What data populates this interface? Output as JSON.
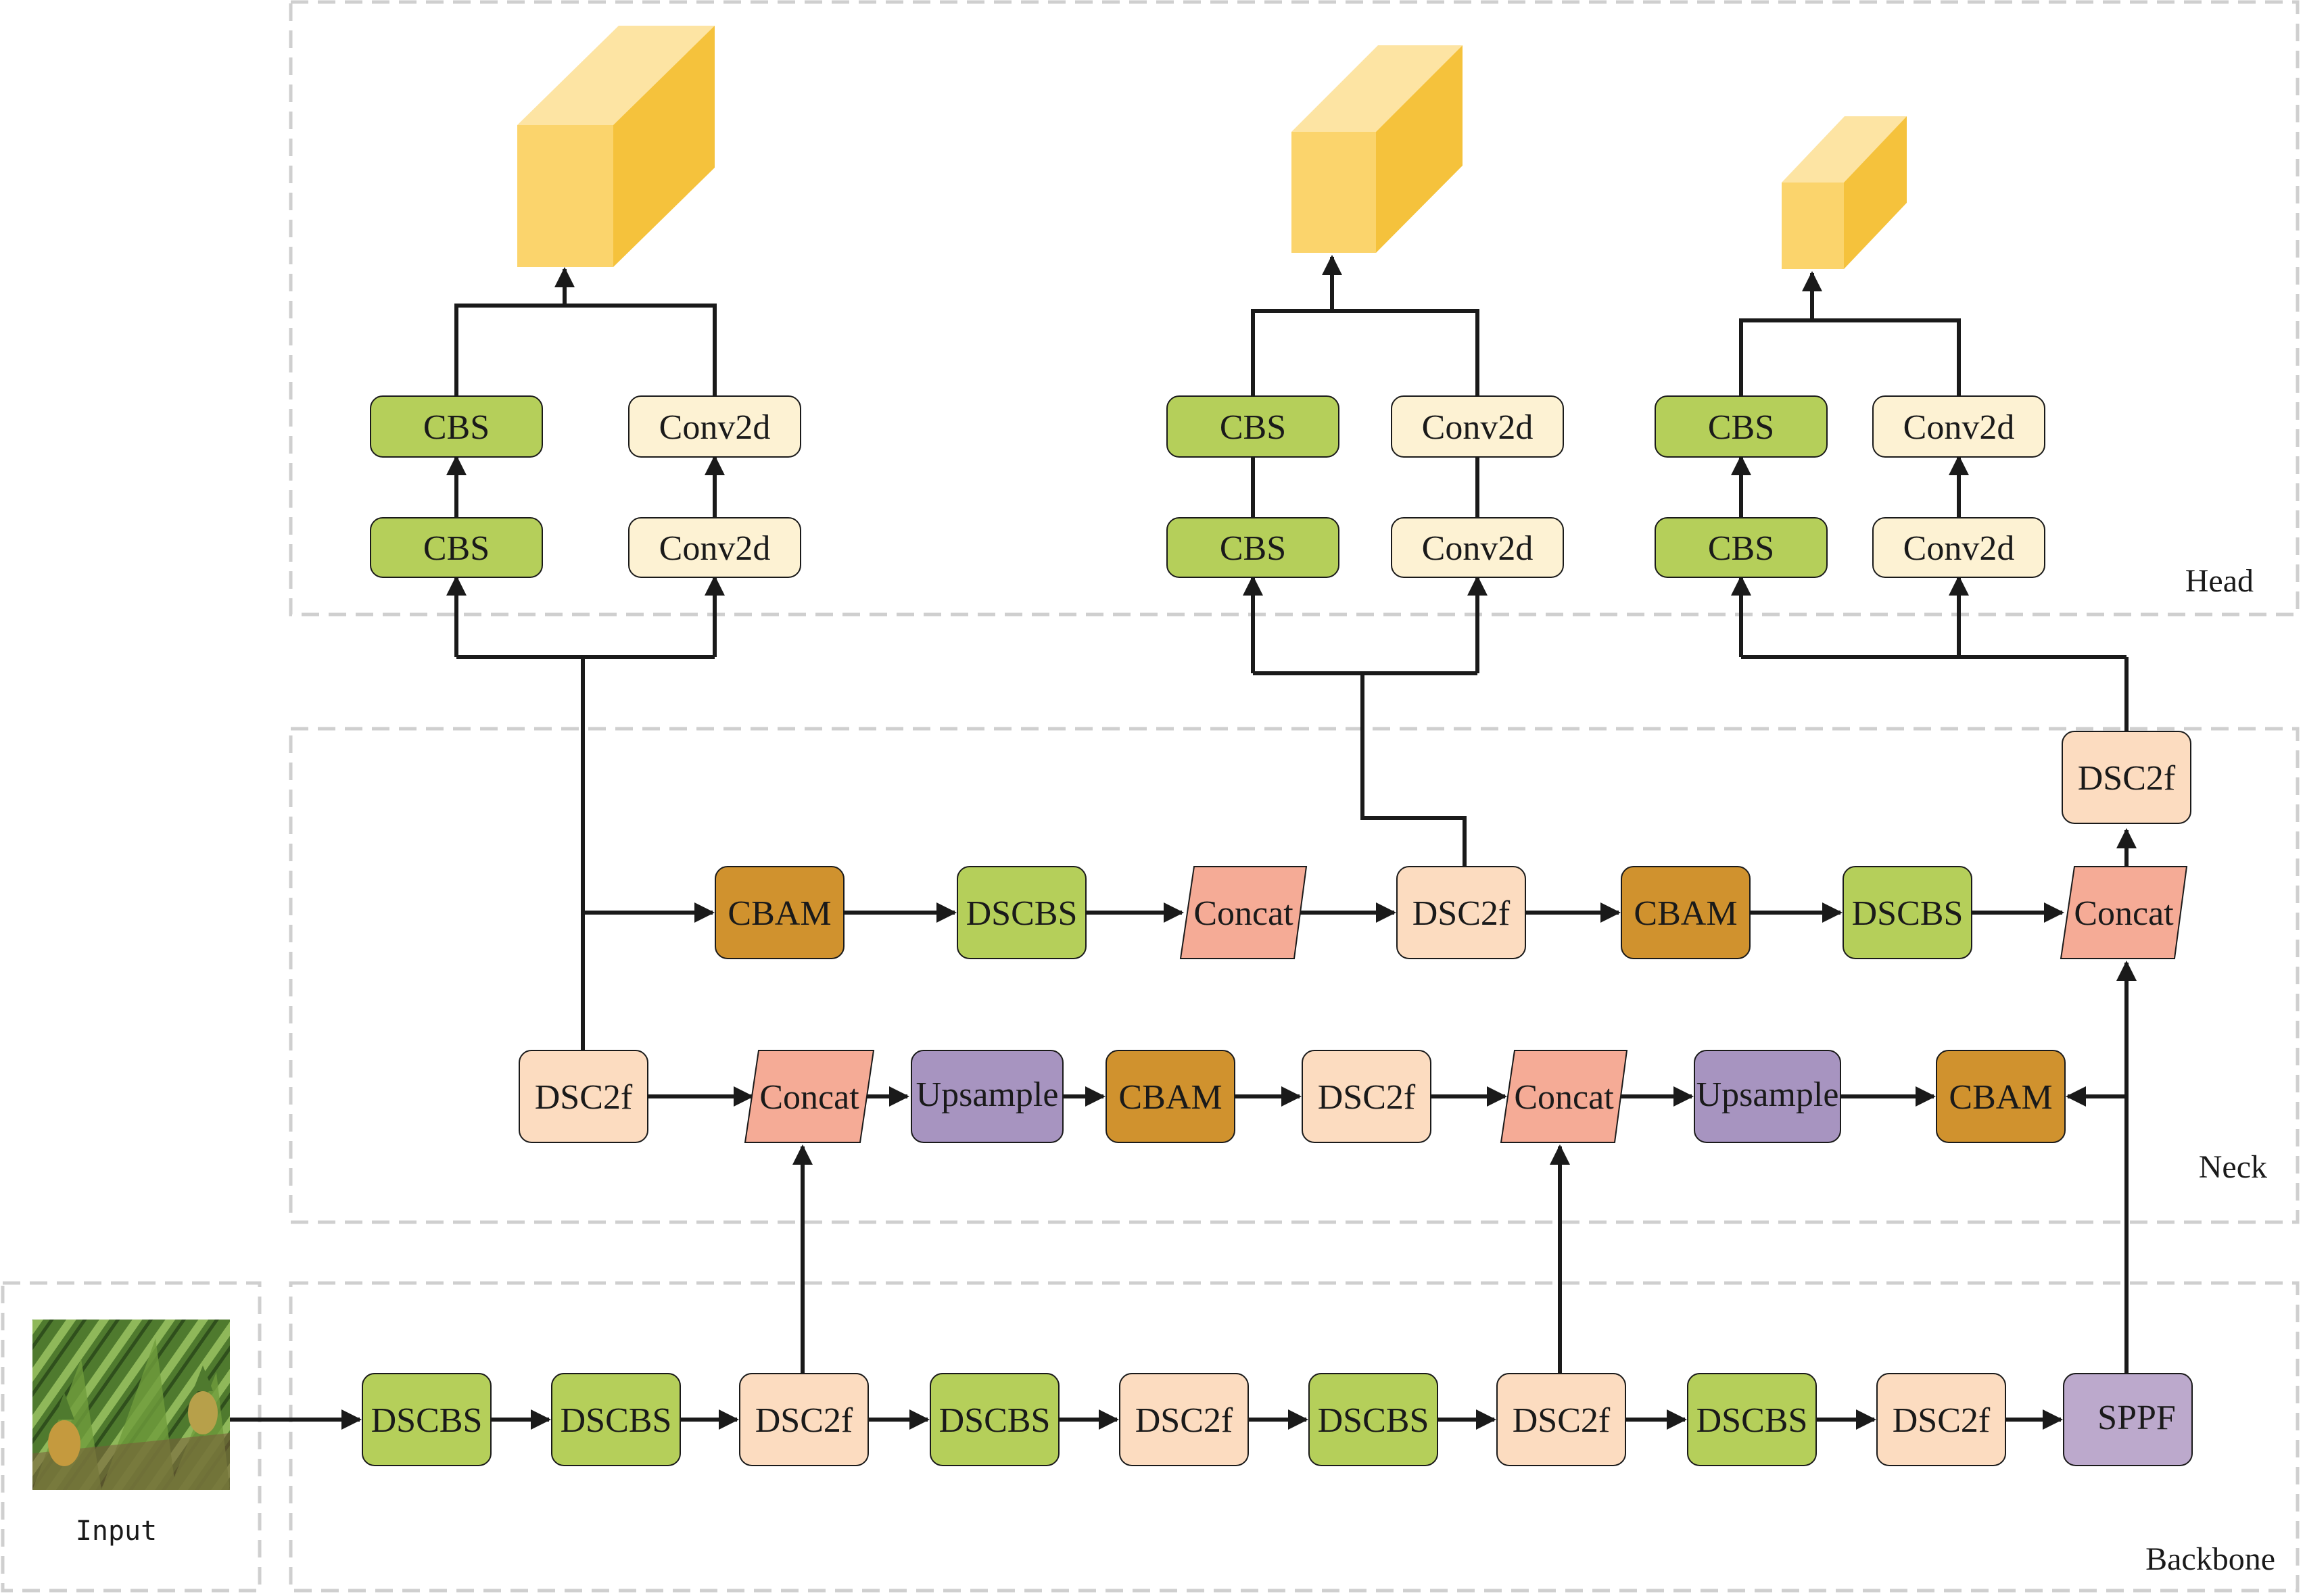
{
  "sections": {
    "head": "Head",
    "neck": "Neck",
    "backbone": "Backbone",
    "input": "Input"
  },
  "colors": {
    "cbs": "#b5cf5a",
    "dscbs": "#b5cf5a",
    "conv2d": "#fdf2d3",
    "dsc2f": "#fcdcc0",
    "concat": "#f5ab96",
    "cbam": "#d0922e",
    "upsample": "#a794c0",
    "sppf": "#bca9cc",
    "cube_front": "#fbd46c",
    "cube_top": "#fde4a3",
    "cube_side": "#f5c23c",
    "wire": "#1a1a1a",
    "region_border": "#cfcfcf"
  },
  "backbone": [
    "DSCBS",
    "DSCBS",
    "DSC2f",
    "DSCBS",
    "DSC2f",
    "DSCBS",
    "DSC2f",
    "DSCBS",
    "DSC2f",
    "SPPF"
  ],
  "neck_lower": [
    "DSC2f",
    "Concat",
    "Upsample",
    "CBAM",
    "DSC2f",
    "Concat",
    "Upsample",
    "CBAM"
  ],
  "neck_upper": [
    "CBAM",
    "DSCBS",
    "Concat",
    "DSC2f",
    "CBAM",
    "DSCBS",
    "Concat"
  ],
  "neck_top": "DSC2f",
  "heads": [
    {
      "cbs": [
        "CBS",
        "CBS"
      ],
      "conv": [
        "Conv2d",
        "Conv2d"
      ]
    },
    {
      "cbs": [
        "CBS",
        "CBS"
      ],
      "conv": [
        "Conv2d",
        "Conv2d"
      ]
    },
    {
      "cbs": [
        "CBS",
        "CBS"
      ],
      "conv": [
        "Conv2d",
        "Conv2d"
      ]
    }
  ]
}
